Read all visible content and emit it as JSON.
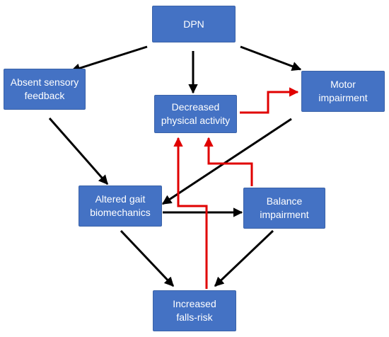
{
  "diagram": {
    "colors": {
      "node_fill": "#4472C4",
      "node_text": "#ffffff",
      "arrow_black": "#000000",
      "arrow_red": "#e00000"
    },
    "nodes": {
      "dpn": {
        "line1": "DPN"
      },
      "absent_sensory_feedback": {
        "line1": "Absent sensory",
        "line2": "feedback"
      },
      "decreased_physical_activity": {
        "line1": "Decreased",
        "line2": "physical activity"
      },
      "motor_impairment": {
        "line1": "Motor",
        "line2": "impairment"
      },
      "altered_gait_biomechanics": {
        "line1": "Altered gait",
        "line2": "biomechanics"
      },
      "balance_impairment": {
        "line1": "Balance",
        "line2": "impairment"
      },
      "increased_falls_risk": {
        "line1": "Increased",
        "line2": "falls-risk"
      }
    },
    "edges": [
      {
        "from": "dpn",
        "to": "absent_sensory_feedback",
        "color": "black"
      },
      {
        "from": "dpn",
        "to": "decreased_physical_activity",
        "color": "black"
      },
      {
        "from": "dpn",
        "to": "motor_impairment",
        "color": "black"
      },
      {
        "from": "absent_sensory_feedback",
        "to": "altered_gait_biomechanics",
        "color": "black"
      },
      {
        "from": "motor_impairment",
        "to": "altered_gait_biomechanics",
        "color": "black"
      },
      {
        "from": "altered_gait_biomechanics",
        "to": "balance_impairment",
        "color": "black"
      },
      {
        "from": "altered_gait_biomechanics",
        "to": "increased_falls_risk",
        "color": "black"
      },
      {
        "from": "balance_impairment",
        "to": "increased_falls_risk",
        "color": "black"
      },
      {
        "from": "decreased_physical_activity",
        "to": "motor_impairment",
        "color": "red"
      },
      {
        "from": "balance_impairment",
        "to": "decreased_physical_activity",
        "color": "red"
      },
      {
        "from": "increased_falls_risk",
        "to": "decreased_physical_activity",
        "color": "red"
      }
    ]
  }
}
